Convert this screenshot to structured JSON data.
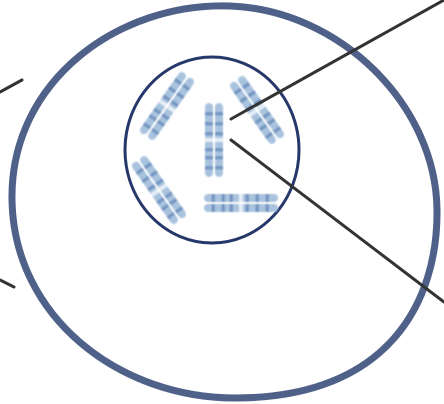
{
  "diagram": {
    "kind": "cell-with-nucleus-and-chromosomes",
    "colors": {
      "background": "#ffffff",
      "cell_membrane": "#4f6189",
      "nuclear_envelope": "#26386a",
      "chromosome_fill": "#a9c3de",
      "chromosome_band": "#6d8fbe",
      "label_line": "#333333"
    },
    "chromosome_count": 5,
    "sister_chromatids_per_chromosome": 2,
    "label_lines": 4,
    "labels": []
  }
}
